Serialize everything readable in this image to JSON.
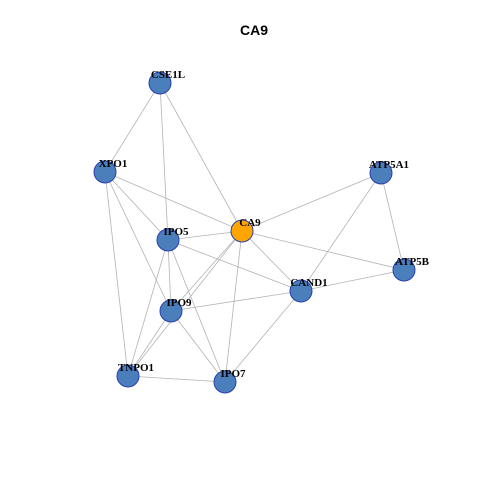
{
  "title": "CA9",
  "colors": {
    "node_default": "#4a7fbc",
    "node_highlight": "#ffa500",
    "node_stroke": "#2b3fb0",
    "edge": "#b3b3b3"
  },
  "nodes": [
    {
      "id": "CSE1L",
      "label": "CSE1L",
      "highlight": false
    },
    {
      "id": "XPO1",
      "label": "XPO1",
      "highlight": false
    },
    {
      "id": "ATP5A1",
      "label": "ATP5A1",
      "highlight": false
    },
    {
      "id": "CA9",
      "label": "CA9",
      "highlight": true
    },
    {
      "id": "IPO5",
      "label": "IPO5",
      "highlight": false
    },
    {
      "id": "ATP5B",
      "label": "ATP5B",
      "highlight": false
    },
    {
      "id": "CAND1",
      "label": "CAND1",
      "highlight": false
    },
    {
      "id": "IPO9",
      "label": "IPO9",
      "highlight": false
    },
    {
      "id": "TNPO1",
      "label": "TNPO1",
      "highlight": false
    },
    {
      "id": "IPO7",
      "label": "IPO7",
      "highlight": false
    }
  ],
  "edges": [
    [
      "CSE1L",
      "XPO1"
    ],
    [
      "CSE1L",
      "IPO5"
    ],
    [
      "CSE1L",
      "CA9"
    ],
    [
      "XPO1",
      "CA9"
    ],
    [
      "XPO1",
      "IPO5"
    ],
    [
      "XPO1",
      "IPO9"
    ],
    [
      "XPO1",
      "TNPO1"
    ],
    [
      "ATP5A1",
      "CA9"
    ],
    [
      "ATP5A1",
      "CAND1"
    ],
    [
      "ATP5A1",
      "ATP5B"
    ],
    [
      "CA9",
      "IPO5"
    ],
    [
      "CA9",
      "CAND1"
    ],
    [
      "CA9",
      "ATP5B"
    ],
    [
      "CA9",
      "IPO9"
    ],
    [
      "CA9",
      "TNPO1"
    ],
    [
      "CA9",
      "IPO7"
    ],
    [
      "IPO5",
      "CAND1"
    ],
    [
      "IPO5",
      "IPO9"
    ],
    [
      "IPO5",
      "IPO7"
    ],
    [
      "IPO5",
      "TNPO1"
    ],
    [
      "CAND1",
      "ATP5B"
    ],
    [
      "CAND1",
      "IPO9"
    ],
    [
      "CAND1",
      "IPO7"
    ],
    [
      "IPO9",
      "TNPO1"
    ],
    [
      "IPO9",
      "IPO7"
    ],
    [
      "TNPO1",
      "IPO7"
    ]
  ]
}
